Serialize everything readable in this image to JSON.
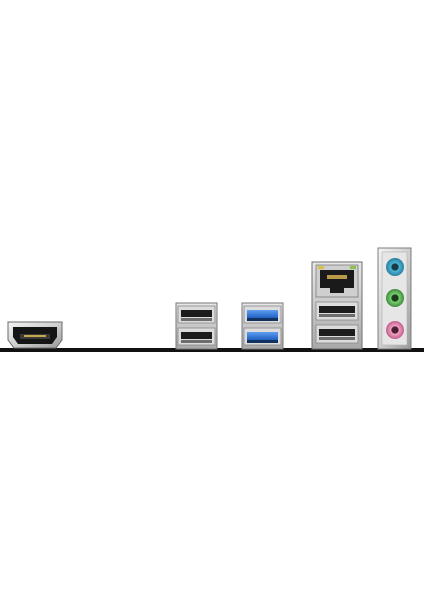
{
  "image": {
    "background_color": "#ffffff",
    "pcb_edge_color": "#111111",
    "ports": [
      {
        "name": "hdmi-port",
        "type": "HDMI",
        "count": 1
      },
      {
        "name": "usb2-stack",
        "type": "USB 2.0",
        "count": 2,
        "insert_color": "#1c1c1c"
      },
      {
        "name": "usb3-stack",
        "type": "USB 3.0",
        "count": 2,
        "insert_color": "#2a6fd6"
      },
      {
        "name": "lan-usb-combo",
        "type": "RJ45 + USB 2.0",
        "count": 3
      },
      {
        "name": "audio-jacks",
        "type": "3.5mm audio",
        "count": 3,
        "jack_colors": [
          "#4bb7d8",
          "#69c464",
          "#e98ab5"
        ]
      }
    ]
  }
}
